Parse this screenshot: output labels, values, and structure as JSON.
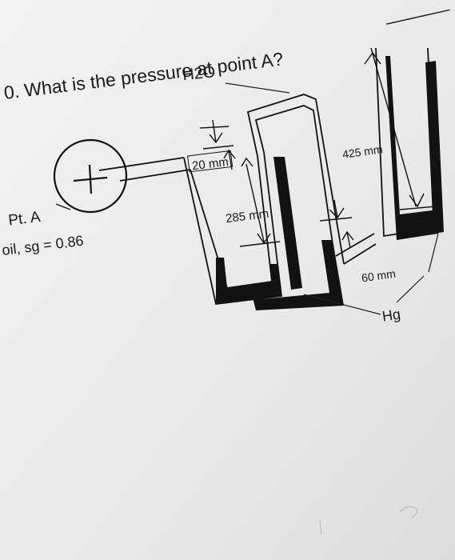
{
  "question": "0. What is the pressure at point A?",
  "labels": {
    "fluid_top": "H2O",
    "point": "Pt. A",
    "oil": "oil, sg = 0.86",
    "d1": "20 mm",
    "d2": "285 mm",
    "d3": "425 mm",
    "d4": "60 mm",
    "mercury": "Hg"
  },
  "colors": {
    "paper": "#eeeeec",
    "ink": "#111111",
    "mercury_fill": "#121212"
  }
}
